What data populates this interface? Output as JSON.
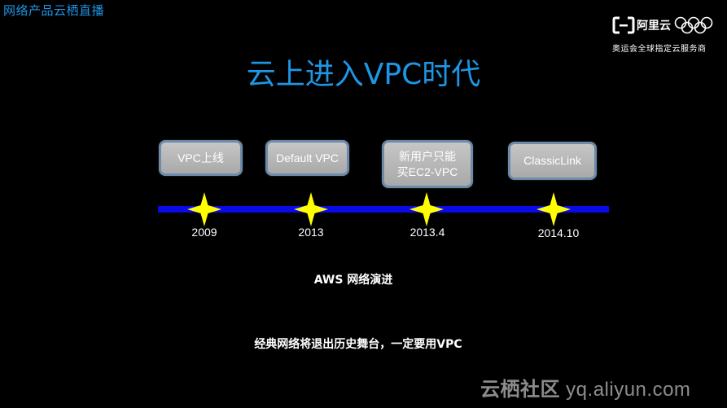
{
  "header": {
    "channel_label": "网络产品云栖直播"
  },
  "brand": {
    "name": "阿里云",
    "subtitle": "奥运会全球指定云服务商",
    "logo_icon": "aliyun-logo-icon",
    "rings_icon": "olympic-rings-icon"
  },
  "slide": {
    "title": "云上进入VPC时代",
    "milestones": [
      {
        "label": "VPC上线",
        "year": "2009"
      },
      {
        "label": "Default VPC",
        "year": "2013"
      },
      {
        "label": "新用户只能买EC2-VPC",
        "year": "2013.4"
      },
      {
        "label": "ClassicLink",
        "year": "2014.10"
      }
    ],
    "caption_primary": "AWS 网络演进",
    "caption_secondary": "经典网络将退出历史舞台，一定要用VPC"
  },
  "colors": {
    "title": "#1e96e6",
    "timeline_line": "#0a0ae6",
    "star": "#ffff00",
    "milestone_box": "#b4b4b4",
    "milestone_border": "#6d8aaa"
  },
  "watermark": {
    "cn": "云栖社区",
    "url": "yq.aliyun.com"
  }
}
